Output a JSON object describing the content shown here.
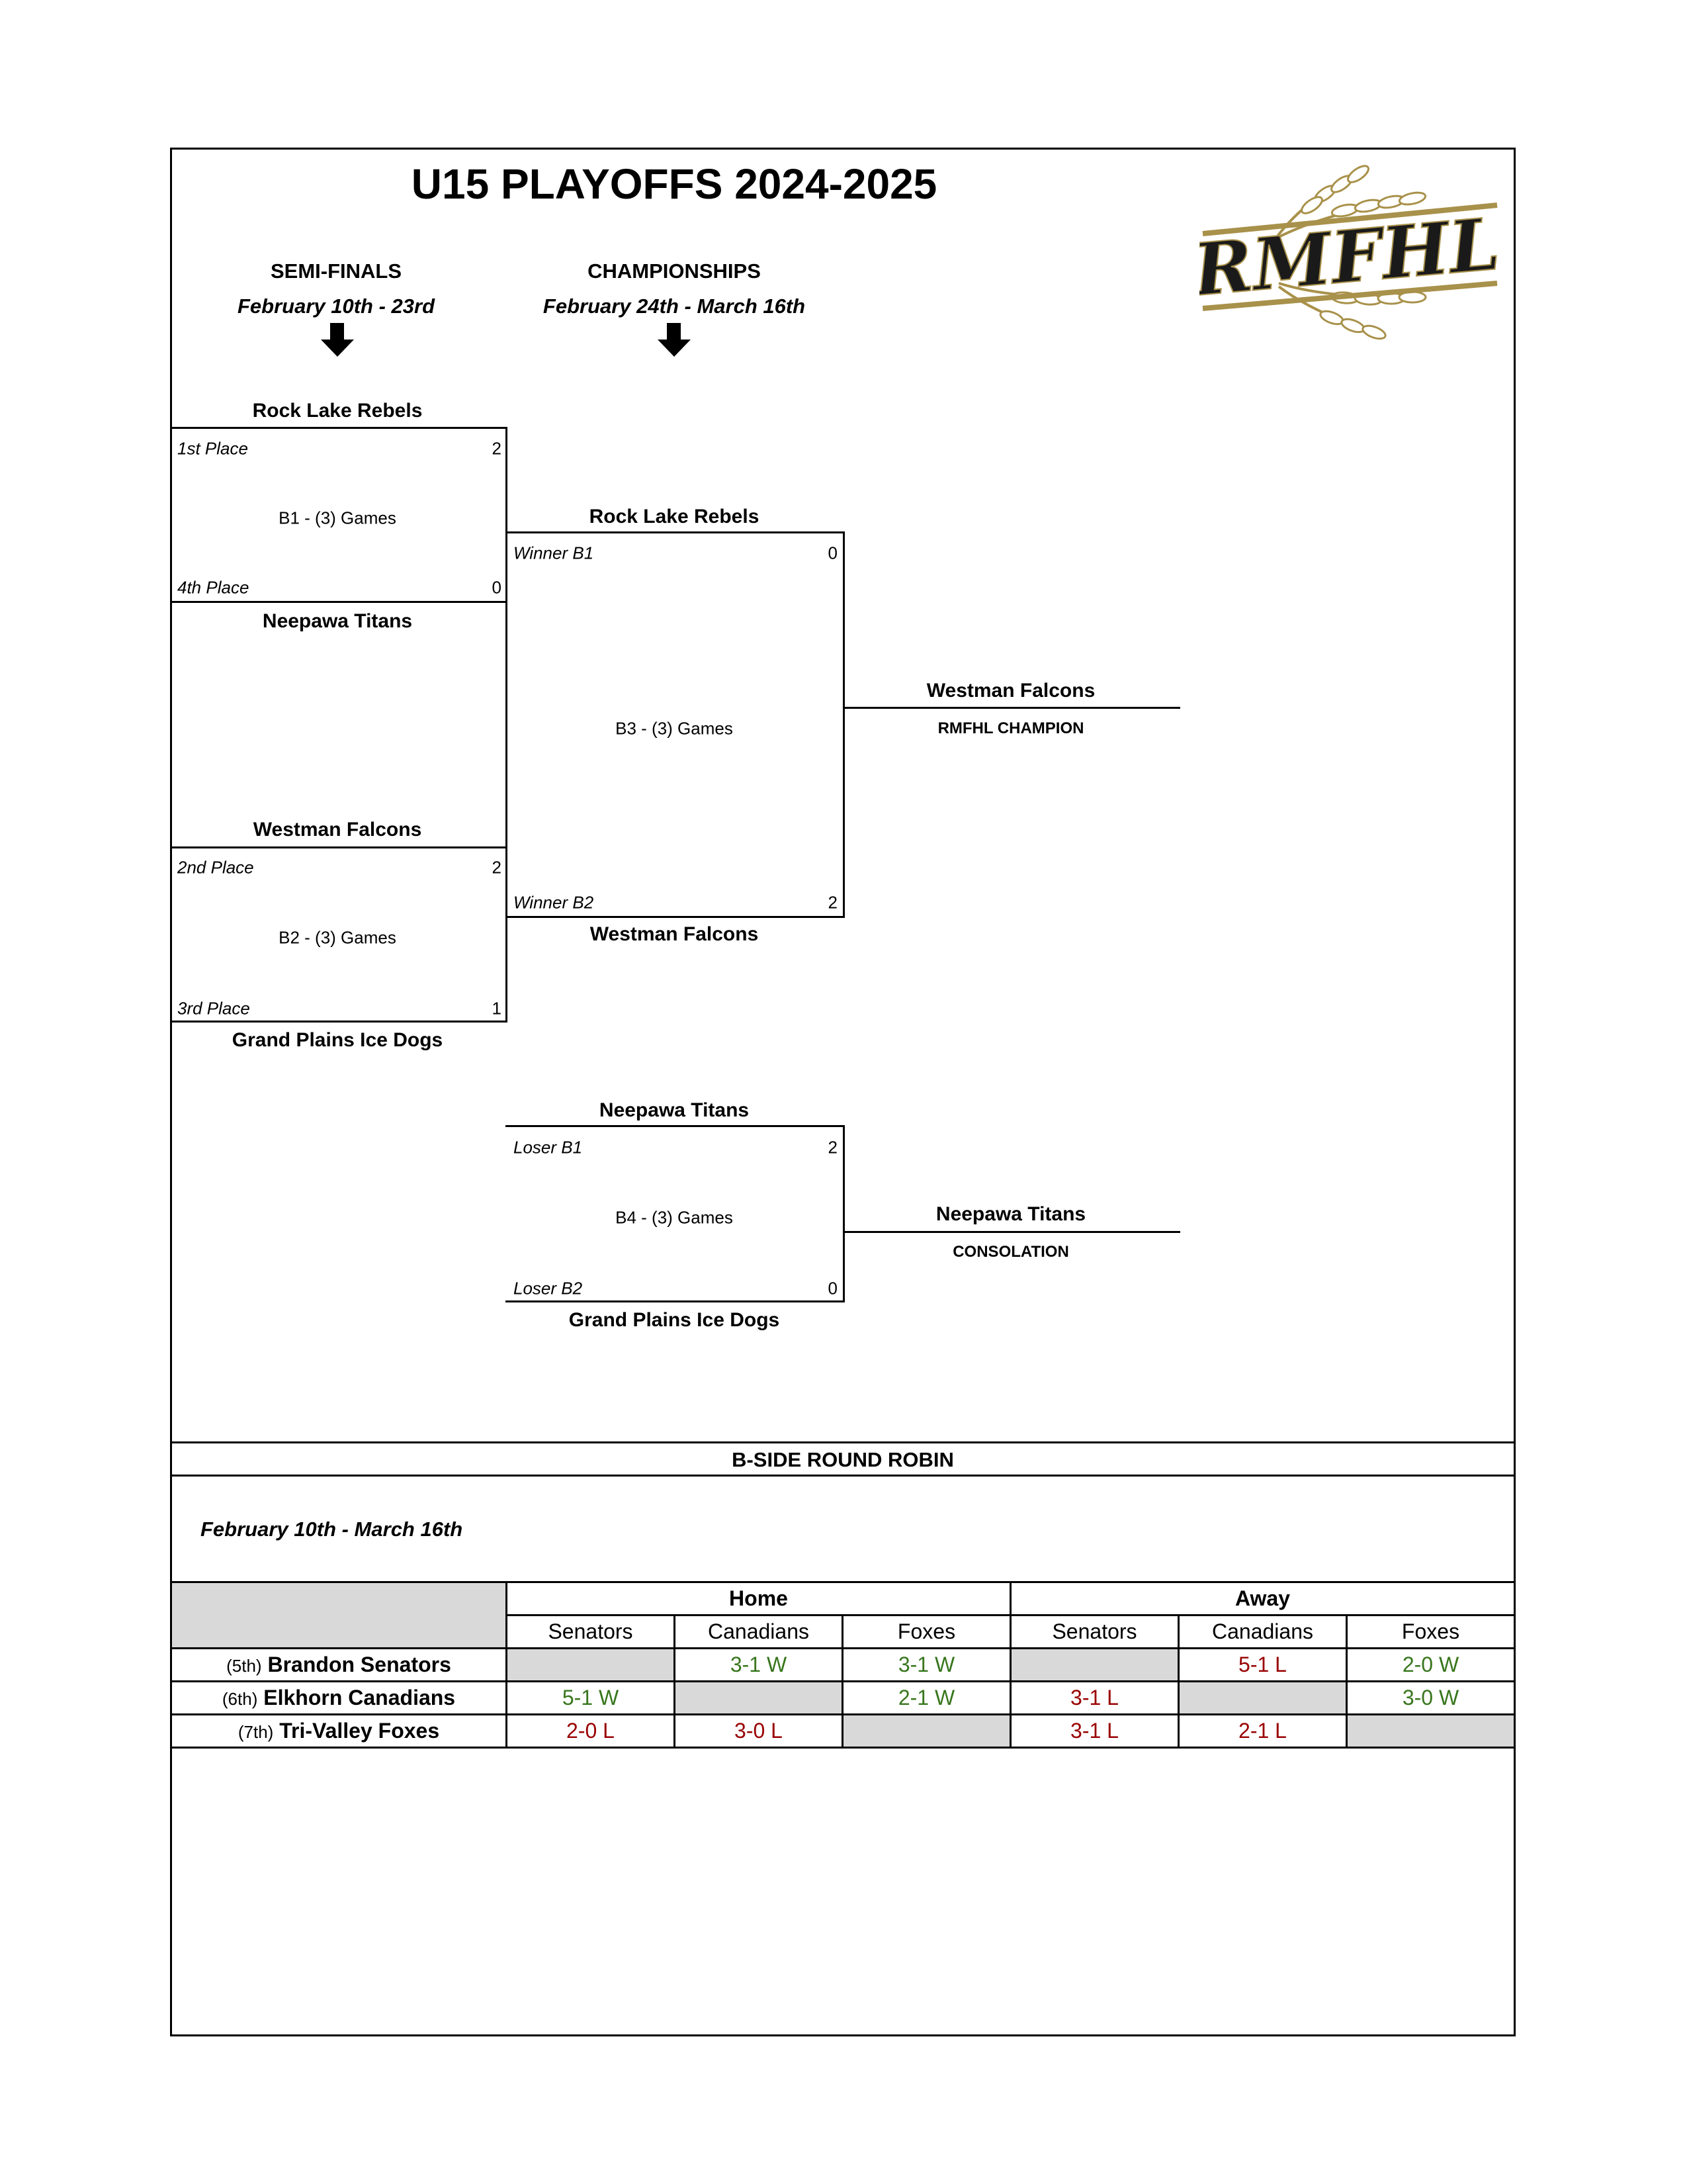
{
  "title": "U15 PLAYOFFS 2024-2025",
  "logo": {
    "text": "RMFHL",
    "gold": "#a8914a",
    "dark": "#1a1a1a"
  },
  "rounds": [
    {
      "label": "SEMI-FINALS",
      "dates": "February 10th - 23rd",
      "icon": "down-arrow-icon"
    },
    {
      "label": "CHAMPIONSHIPS",
      "dates": "February 24th - March 16th",
      "icon": "down-arrow-icon"
    }
  ],
  "brackets": {
    "b1": {
      "name": "B1 - (3) Games",
      "top_team": "Rock Lake Rebels",
      "top_seed": "1st Place",
      "top_score": "2",
      "bottom_team": "Neepawa Titans",
      "bottom_seed": "4th Place",
      "bottom_score": "0"
    },
    "b2": {
      "name": "B2 - (3) Games",
      "top_team": "Westman Falcons",
      "top_seed": "2nd Place",
      "top_score": "2",
      "bottom_team": "Grand Plains Ice Dogs",
      "bottom_seed": "3rd Place",
      "bottom_score": "1"
    },
    "b3": {
      "name": "B3 - (3) Games",
      "top_team": "Rock Lake Rebels",
      "top_seed": "Winner B1",
      "top_score": "0",
      "bottom_team": "Westman Falcons",
      "bottom_seed": "Winner B2",
      "bottom_score": "2"
    },
    "b4": {
      "name": "B4 - (3) Games",
      "top_team": "Neepawa Titans",
      "top_seed": "Loser B1",
      "top_score": "2",
      "bottom_team": "Grand Plains Ice Dogs",
      "bottom_seed": "Loser B2",
      "bottom_score": "0"
    }
  },
  "champion": {
    "team": "Westman Falcons",
    "label": "RMFHL CHAMPION"
  },
  "consolation": {
    "team": "Neepawa Titans",
    "label": "CONSOLATION"
  },
  "round_robin": {
    "title": "B-SIDE ROUND ROBIN",
    "dates": "February 10th - March 16th",
    "group_headers": [
      "Home",
      "Away"
    ],
    "columns": [
      "Senators",
      "Canadians",
      "Foxes",
      "Senators",
      "Canadians",
      "Foxes"
    ],
    "win_color": "#38761d",
    "loss_color": "#990000",
    "rows": [
      {
        "seed": "(5th)",
        "team": "Brandon Senators",
        "cells": [
          {
            "v": "",
            "t": "x"
          },
          {
            "v": "3-1 W",
            "t": "w"
          },
          {
            "v": "3-1 W",
            "t": "w"
          },
          {
            "v": "",
            "t": "x"
          },
          {
            "v": "5-1 L",
            "t": "l"
          },
          {
            "v": "2-0 W",
            "t": "w"
          }
        ]
      },
      {
        "seed": "(6th)",
        "team": "Elkhorn Canadians",
        "cells": [
          {
            "v": "5-1 W",
            "t": "w"
          },
          {
            "v": "",
            "t": "x"
          },
          {
            "v": "2-1 W",
            "t": "w"
          },
          {
            "v": "3-1 L",
            "t": "l"
          },
          {
            "v": "",
            "t": "x"
          },
          {
            "v": "3-0 W",
            "t": "w"
          }
        ]
      },
      {
        "seed": "(7th)",
        "team": "Tri-Valley Foxes",
        "cells": [
          {
            "v": "2-0 L",
            "t": "l"
          },
          {
            "v": "3-0 L",
            "t": "l"
          },
          {
            "v": "",
            "t": "x"
          },
          {
            "v": "3-1 L",
            "t": "l"
          },
          {
            "v": "2-1 L",
            "t": "l"
          },
          {
            "v": "",
            "t": "x"
          }
        ]
      }
    ]
  }
}
